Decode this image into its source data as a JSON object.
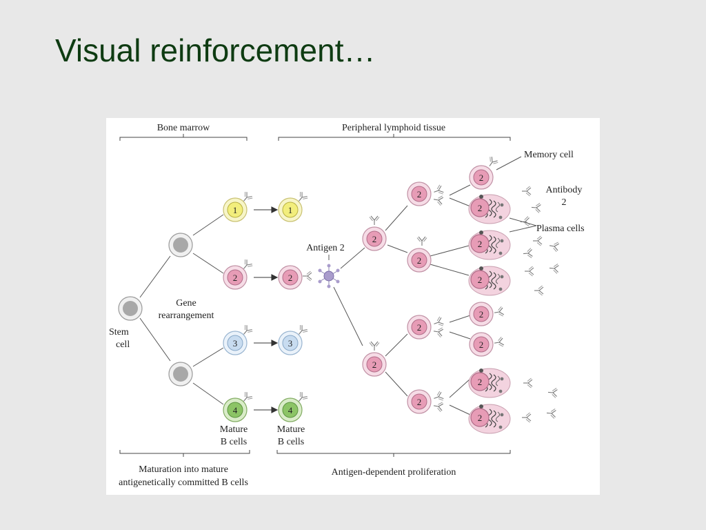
{
  "slide": {
    "title": "Visual reinforcement…"
  },
  "diagram": {
    "section_labels": {
      "bone_marrow": "Bone marrow",
      "peripheral": "Peripheral lymphoid tissue"
    },
    "bottom_labels": {
      "maturation_line1": "Maturation into mature",
      "maturation_line2": "antigenetically committed B cells",
      "proliferation": "Antigen-dependent proliferation"
    },
    "labels": {
      "stem_line1": "Stem",
      "stem_line2": "cell",
      "gene_line1": "Gene",
      "gene_line2": "rearrangement",
      "mature_line1": "Mature",
      "mature_line2": "B cells",
      "antigen": "Antigen 2",
      "memory_cell": "Memory cell",
      "antibody_line1": "Antibody",
      "antibody_line2": "2",
      "plasma_cells": "Plasma cells"
    },
    "cell_numbers": {
      "n1": "1",
      "n2": "2",
      "n3": "3",
      "n4": "4"
    },
    "colors": {
      "stem_fill": "#a8a8a8",
      "clone1_fill": "#f2ee7c",
      "clone2_fill": "#e79cb6",
      "clone3_fill": "#c8dcf0",
      "clone4_fill": "#8cc466",
      "antigen_fill": "#a99ccc",
      "plasma_fill": "#f3d3df"
    }
  }
}
